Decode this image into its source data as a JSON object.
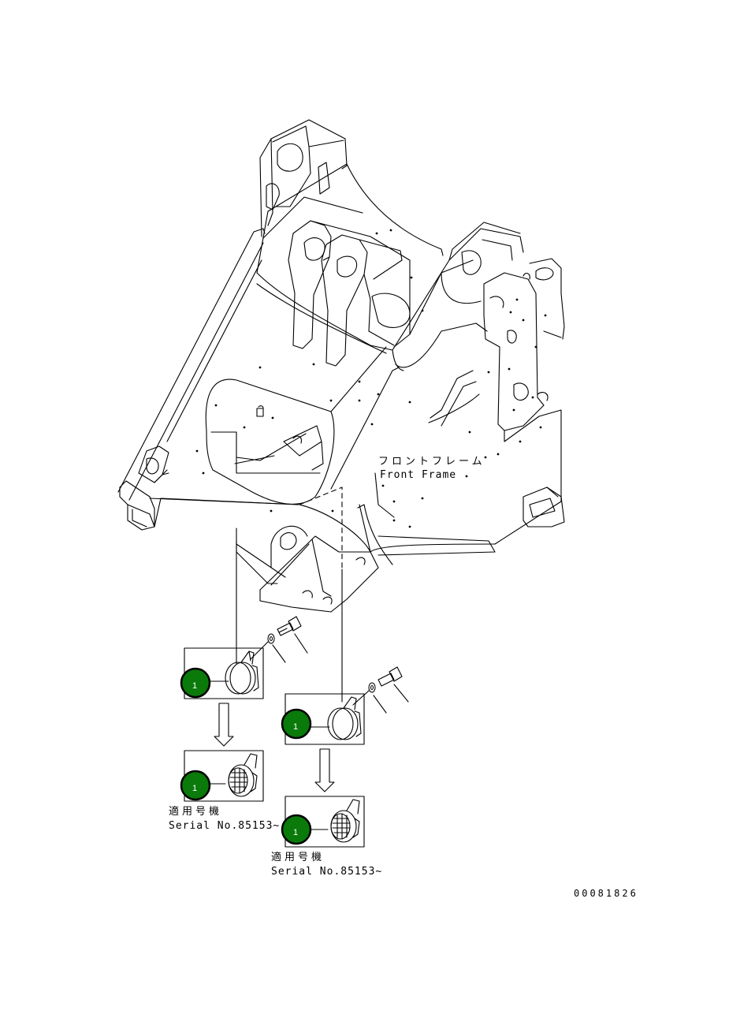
{
  "frame_label_jp": "フロントフレーム",
  "frame_label_en": "Front Frame",
  "callout_number": "1",
  "callout_color": "#0a7a0a",
  "applicable_label_jp": "適用号機",
  "serial_label": "Serial No.85153~",
  "drawing_number": "00081826",
  "icons": [
    "front-frame",
    "horn",
    "bolt",
    "washer",
    "down-arrow"
  ]
}
